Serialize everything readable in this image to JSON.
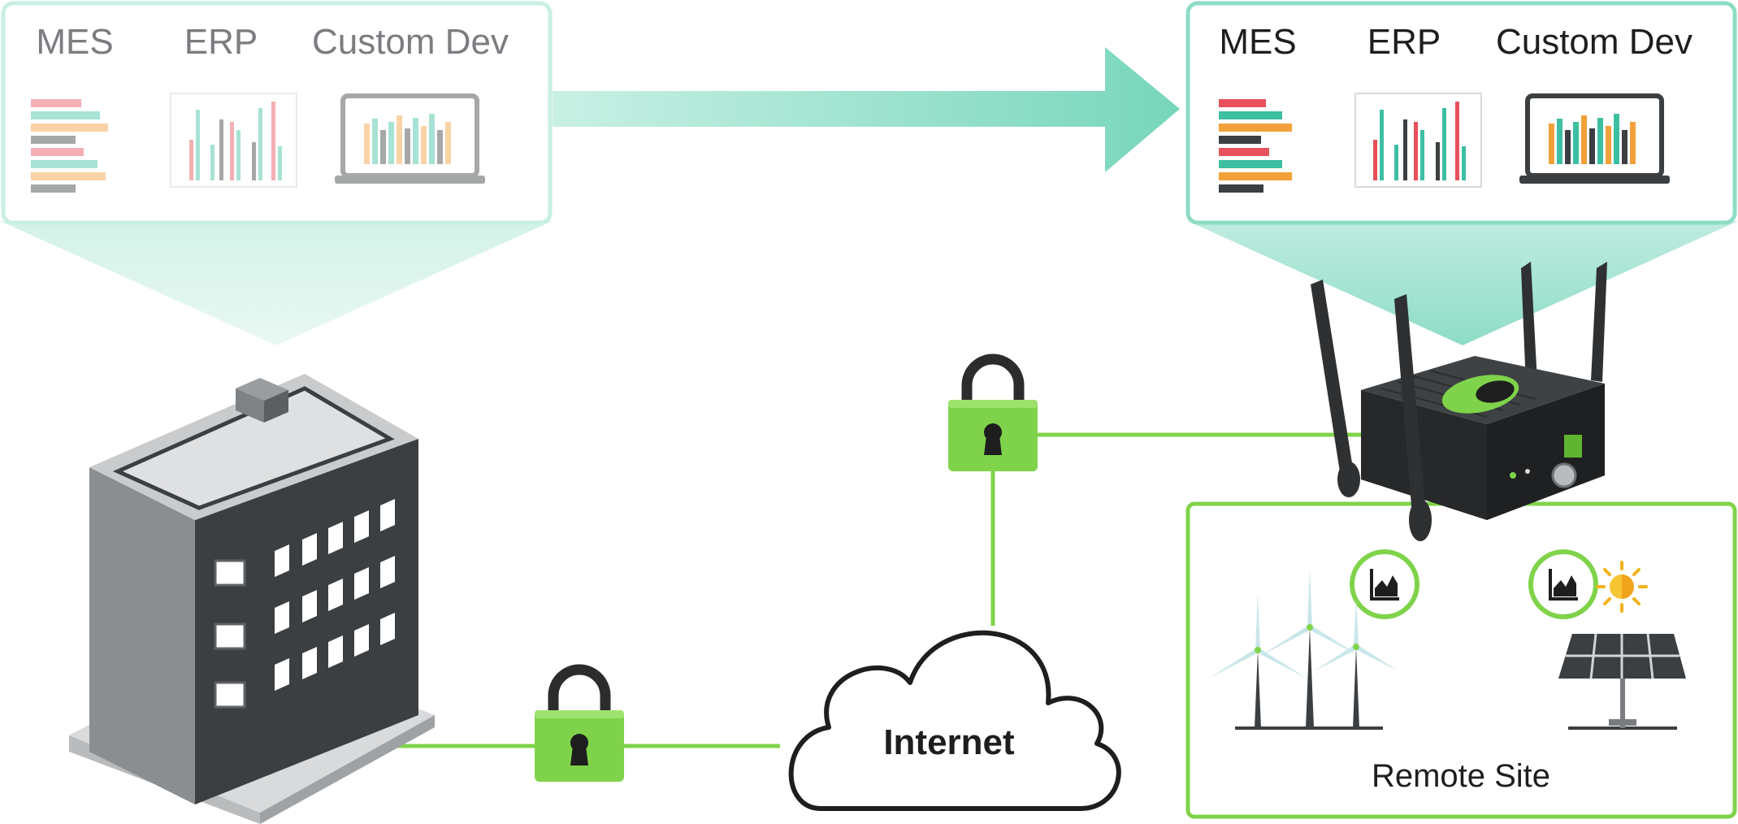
{
  "colors": {
    "teal": "#7fd9c0",
    "teal_light": "#d8f3eb",
    "green": "#7fd34a",
    "green_dark": "#5fb52f",
    "dark": "#3c3f41",
    "gray_text": "#7a7c80",
    "black_text": "#1e1e1e",
    "red_bar": "#e8505b",
    "orange_bar": "#f2a03a"
  },
  "left_panel": {
    "items": [
      "MES",
      "ERP",
      "Custom Dev"
    ]
  },
  "right_panel": {
    "items": [
      "MES",
      "ERP",
      "Custom Dev"
    ]
  },
  "cloud": {
    "label": "Internet"
  },
  "remote_site": {
    "label": "Remote Site"
  },
  "icons": {
    "building": "office-building-icon",
    "lock": "padlock-icon",
    "router": "cellular-router-icon",
    "wind": "wind-turbine-icon",
    "solar": "solar-panel-icon",
    "sun": "sun-icon",
    "chart": "area-chart-icon",
    "arrow": "right-arrow-icon"
  }
}
